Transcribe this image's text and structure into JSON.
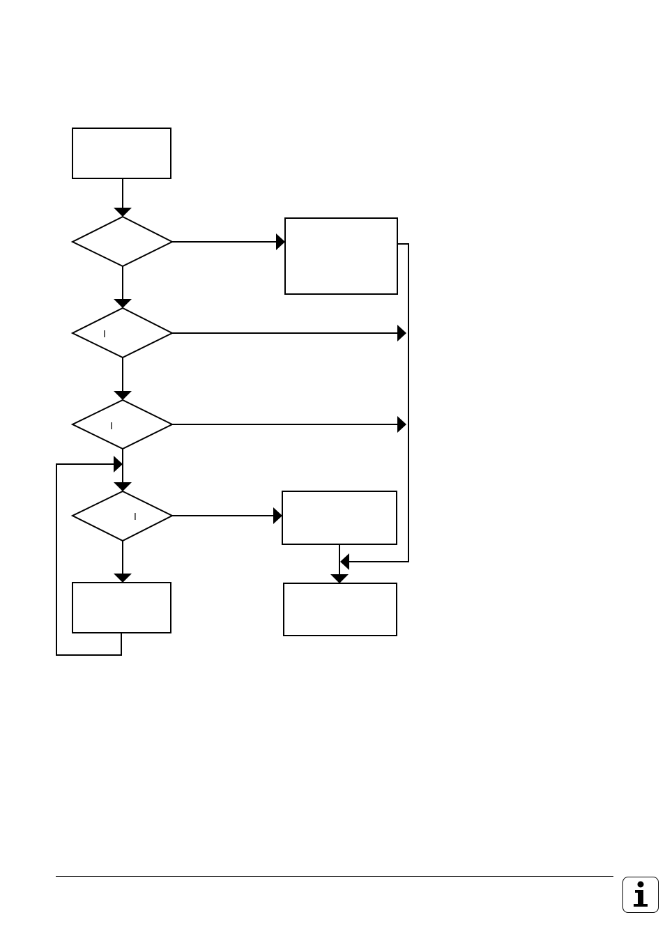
{
  "diagram": {
    "type": "flowchart",
    "nodes": [
      {
        "id": "start-box",
        "shape": "rect",
        "label": ""
      },
      {
        "id": "decision-1",
        "shape": "diamond",
        "label": ""
      },
      {
        "id": "side-box-1",
        "shape": "rect",
        "label": ""
      },
      {
        "id": "decision-2",
        "shape": "diamond",
        "label": "I"
      },
      {
        "id": "decision-3",
        "shape": "diamond",
        "label": "I"
      },
      {
        "id": "decision-4",
        "shape": "diamond",
        "label": "I"
      },
      {
        "id": "side-box-2",
        "shape": "rect",
        "label": ""
      },
      {
        "id": "loop-box",
        "shape": "rect",
        "label": ""
      },
      {
        "id": "end-box",
        "shape": "rect",
        "label": ""
      }
    ],
    "edges": [
      {
        "from": "start-box",
        "to": "decision-1"
      },
      {
        "from": "decision-1",
        "to": "side-box-1"
      },
      {
        "from": "decision-1",
        "to": "decision-2"
      },
      {
        "from": "decision-2",
        "to": "collector-line"
      },
      {
        "from": "decision-2",
        "to": "decision-3"
      },
      {
        "from": "decision-3",
        "to": "collector-line"
      },
      {
        "from": "decision-3",
        "to": "decision-4"
      },
      {
        "from": "decision-4",
        "to": "side-box-2"
      },
      {
        "from": "decision-4",
        "to": "loop-box"
      },
      {
        "from": "loop-box",
        "to": "decision-4"
      },
      {
        "from": "side-box-1",
        "to": "end-box"
      },
      {
        "from": "side-box-2",
        "to": "end-box"
      }
    ]
  },
  "footer": {
    "icon": "info-icon"
  }
}
